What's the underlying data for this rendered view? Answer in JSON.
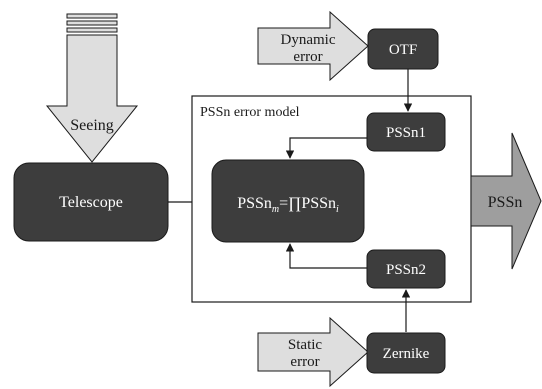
{
  "diagram": {
    "seeing_label": "Seeing",
    "telescope_label": "Telescope",
    "dynamic_error_line1": "Dynamic",
    "dynamic_error_line2": "error",
    "otf_label": "OTF",
    "model_title": "PSSn error model",
    "pssn1_label": "PSSn1",
    "pssn2_label": "PSSn2",
    "formula_base": "PSSn",
    "formula_sub_m": "m",
    "formula_eq_prod": "=∏PSSn",
    "formula_sub_i": "i",
    "pssn_output_label": "PSSn",
    "static_error_line1": "Static",
    "static_error_line2": "error",
    "zernike_label": "Zernike"
  },
  "colors": {
    "dark_box": "#3d3d3d",
    "light_arrow": "#dedede",
    "output_arrow": "#9e9e9e",
    "stroke": "#1a1a1a",
    "box_text": "#ffffff"
  }
}
